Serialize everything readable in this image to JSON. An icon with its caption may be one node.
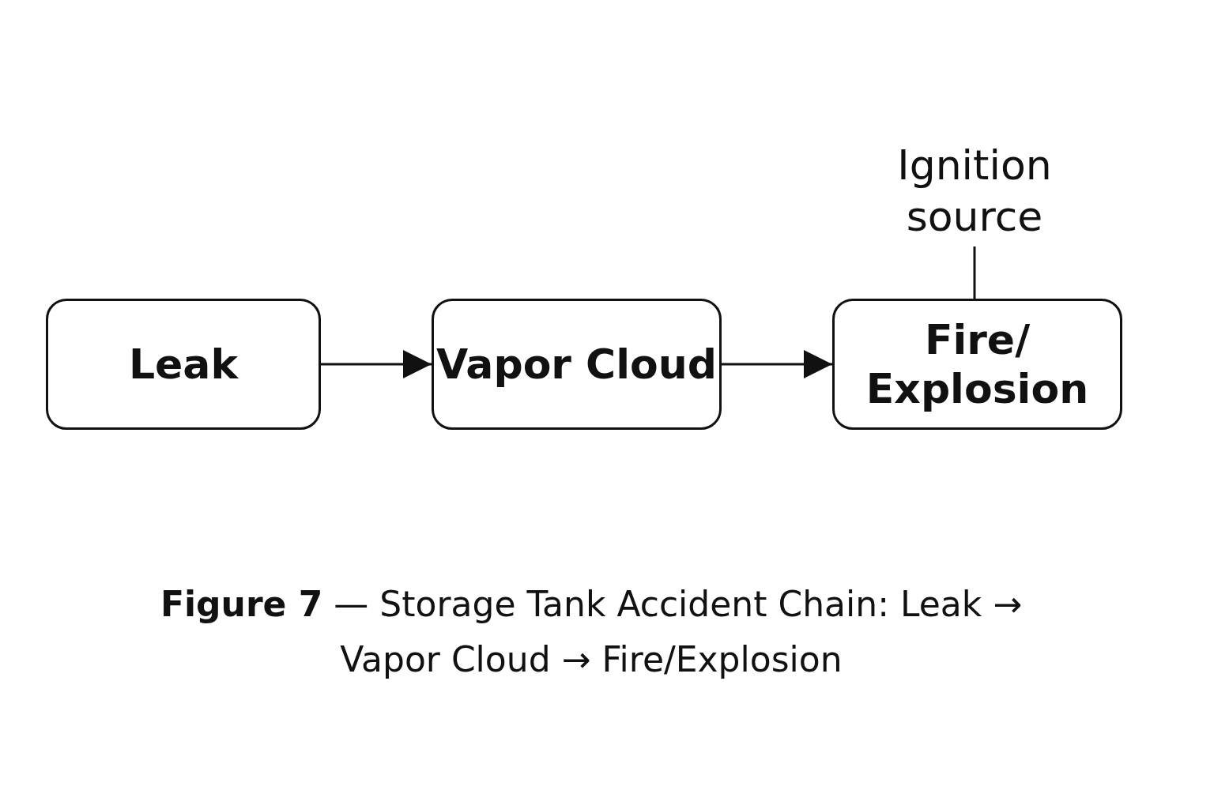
{
  "diagram": {
    "caption": "**Figure 7** — Storage Tank Accident Chain: Leak → Vapor Cloud → Fire/Explosion",
    "nodes": [
      {
        "text": [
          "Leak"
        ]
      },
      {
        "text": [
          "Vapor Cloud"
        ]
      },
      {
        "text": [
          "Fire/ Explosion"
        ]
      },
      {
        "text": [
          "Ignition source"
        ]
      }
    ],
    "edges": [
      {
        "from": 0,
        "to": 1,
        "arrow": "to"
      },
      {
        "from": 1,
        "to": 2,
        "arrow": "to"
      },
      {
        "from": 3,
        "to": 2,
        "arrow": "none"
      }
    ]
  }
}
